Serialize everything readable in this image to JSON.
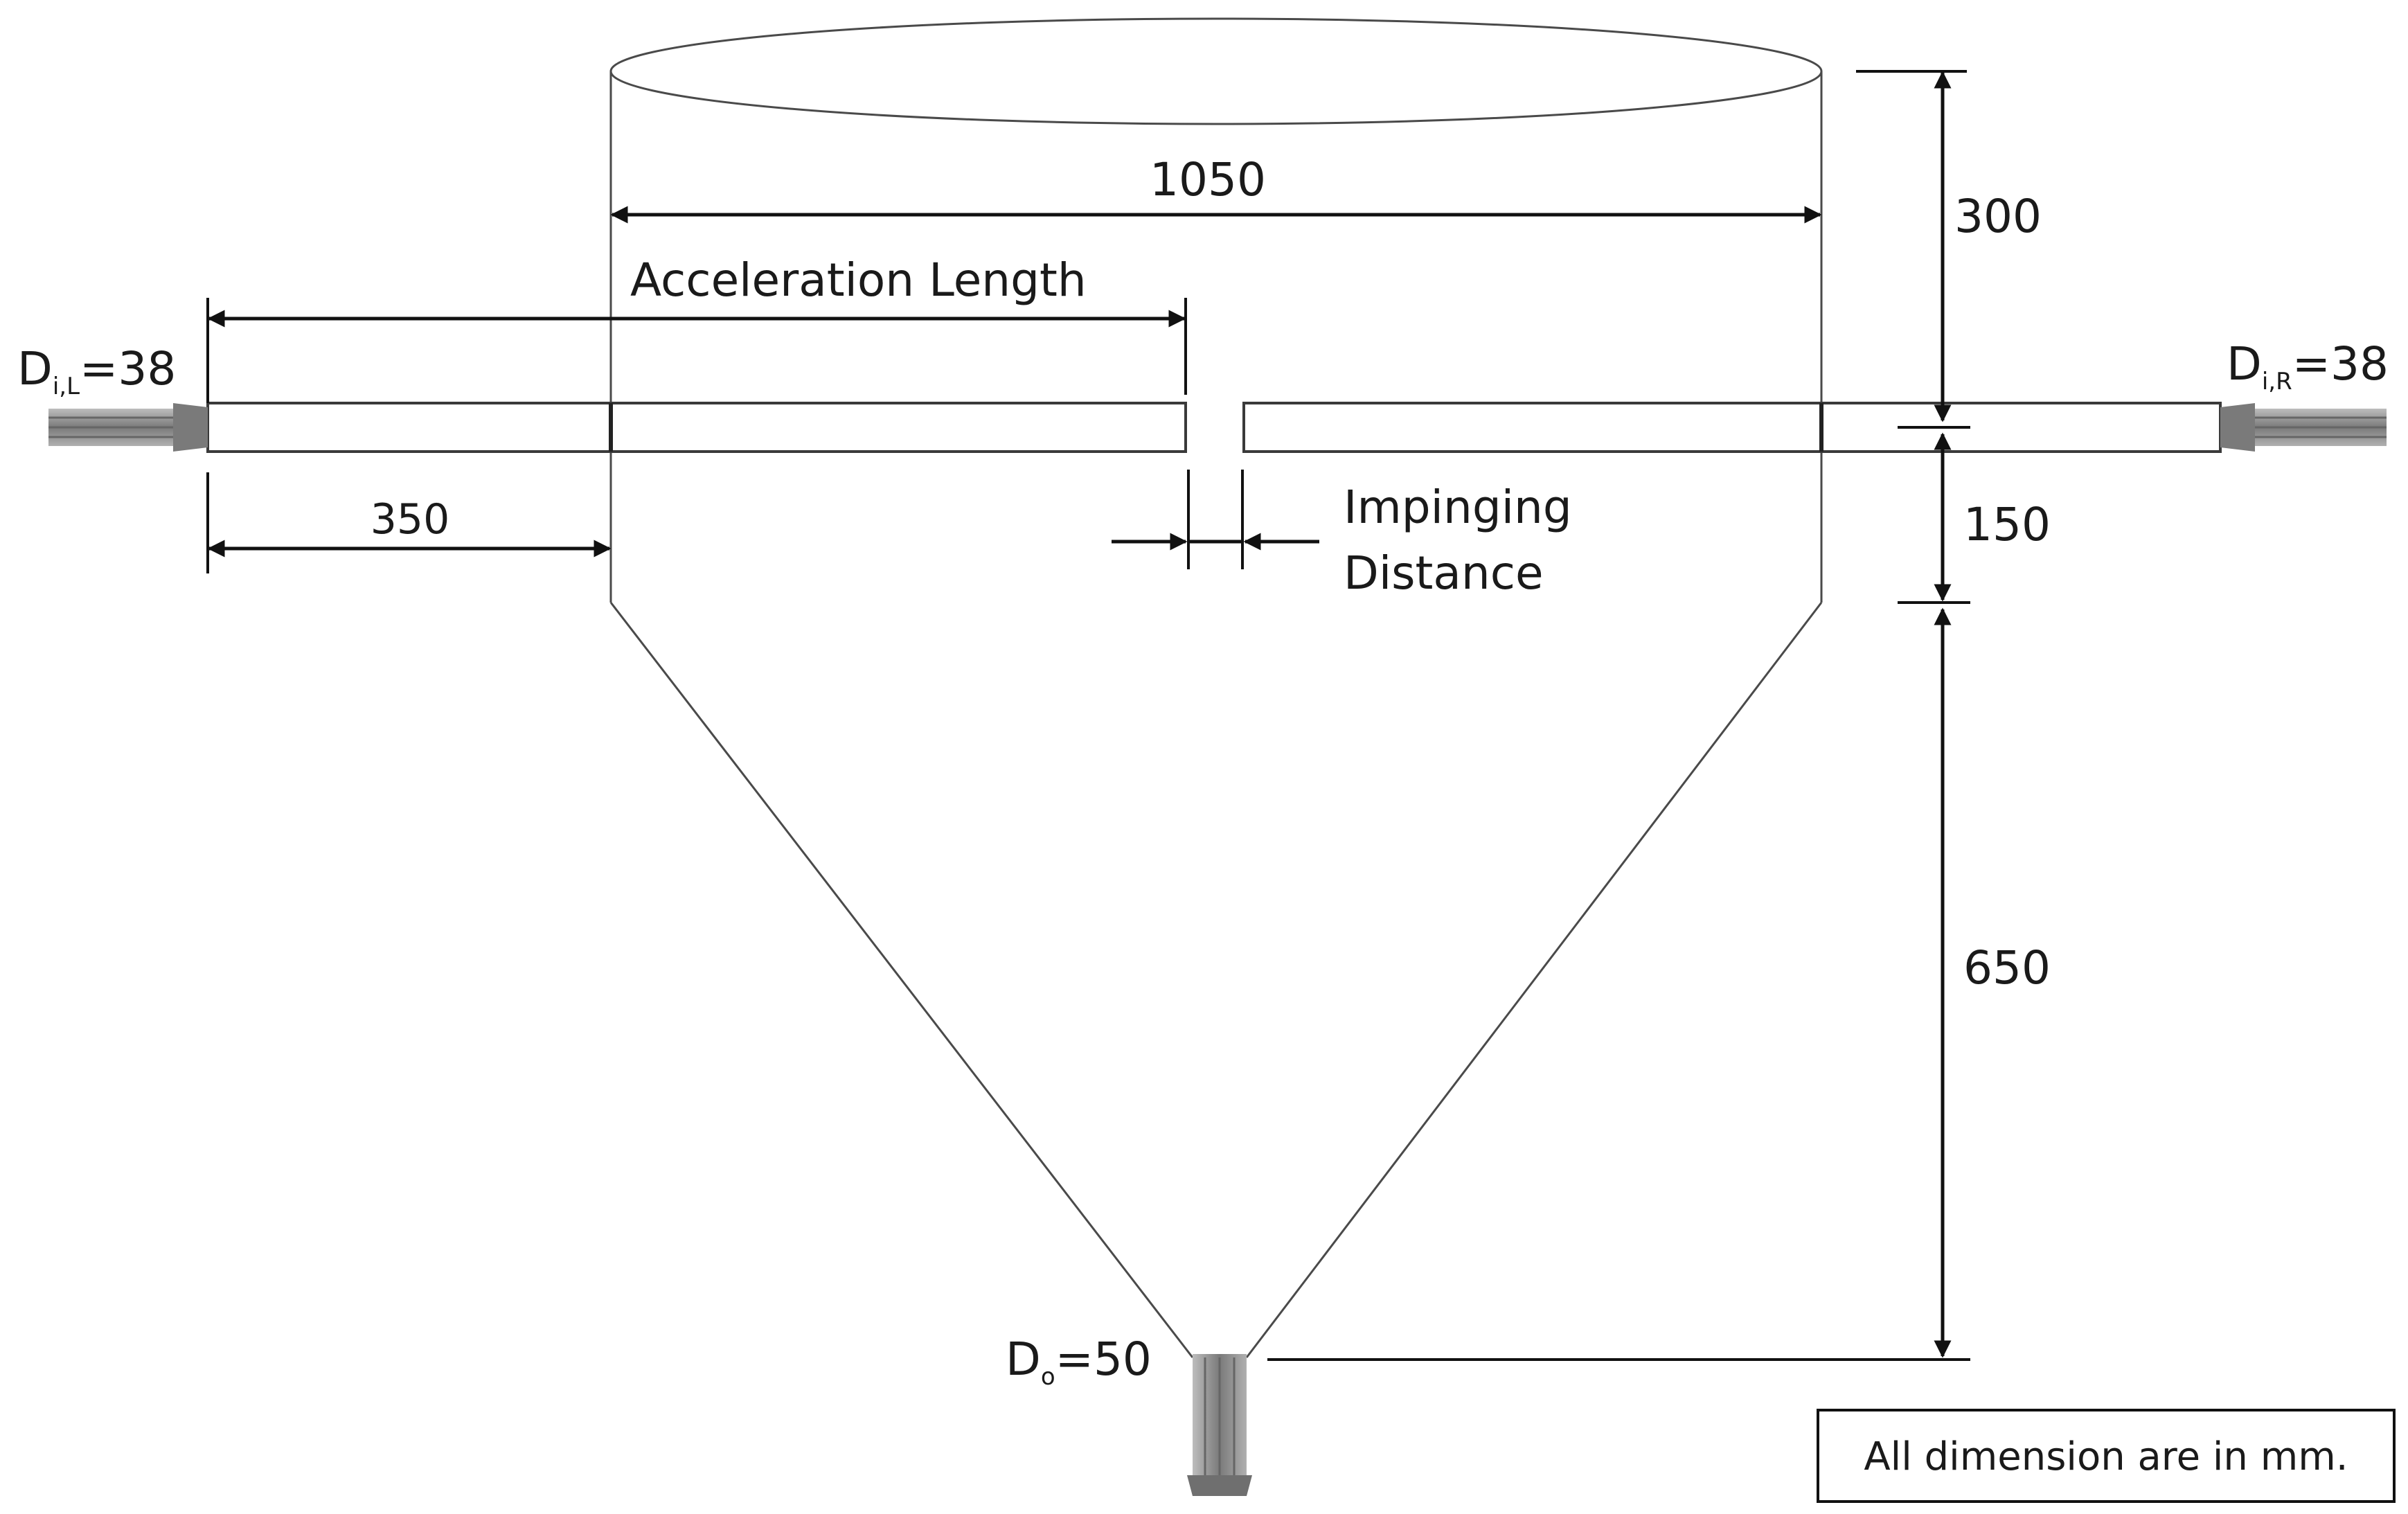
{
  "dimensions": {
    "top_width": "1050",
    "cyl_height": "300",
    "pipe_to_cone": "150",
    "cone_height": "650",
    "pipe_outside": "350"
  },
  "labels": {
    "acceleration_length": "Acceleration Length",
    "impinging_line1": "Impinging",
    "impinging_line2": "Distance",
    "inlet_left_main": "D",
    "inlet_left_sub": "i,L",
    "inlet_left_value": "=38",
    "inlet_right_main": "D",
    "inlet_right_sub": "i,R",
    "inlet_right_value": "=38",
    "outlet_main": "D",
    "outlet_sub": "o",
    "outlet_value": "=50"
  },
  "note": "All dimension are in mm.",
  "colors": {
    "outline": "#4a4a4a",
    "dimension": "#111111",
    "fitting": "#9a9a9a"
  }
}
